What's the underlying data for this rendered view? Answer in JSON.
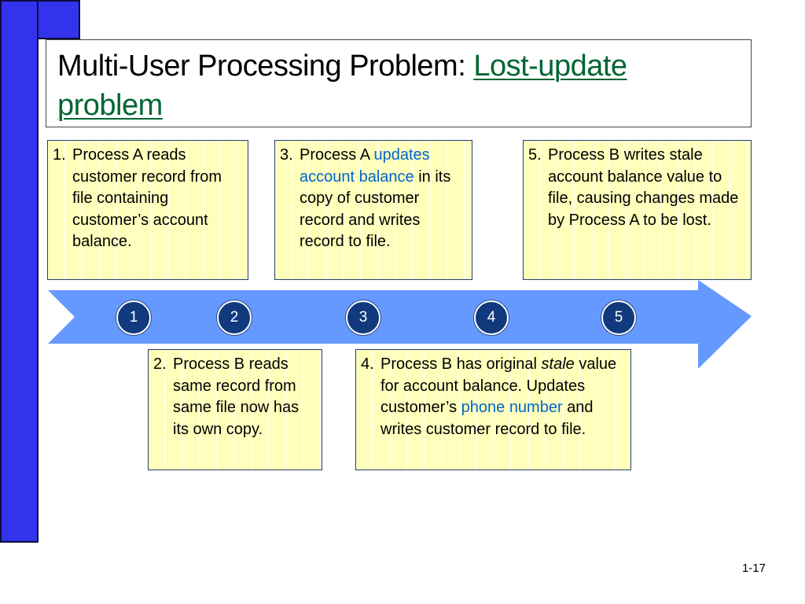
{
  "title": {
    "prefix": "Multi-User Processing Problem: ",
    "emphasis_line1": "Lost-update",
    "emphasis_line2": "problem"
  },
  "steps": [
    {
      "number": "1.",
      "text": "Process A reads customer record from file containing customer’s account balance."
    },
    {
      "number": "2.",
      "text": "Process B reads same record from same file now has its own copy."
    },
    {
      "number": "3.",
      "text_before": "Process A ",
      "highlight": "updates account balance",
      "text_after": " in its copy of customer record and writes record to file."
    },
    {
      "number": "4.",
      "text_before": "Process B has original ",
      "italic": "stale",
      "text_middle": " value for account balance. Updates customer’s ",
      "highlight": "phone number",
      "text_after": " and writes customer record to file."
    },
    {
      "number": "5.",
      "text": "Process B writes stale account balance value to file, causing changes made by Process A to be lost."
    }
  ],
  "timeline": {
    "markers": [
      "1",
      "2",
      "3",
      "4",
      "5"
    ]
  },
  "footer": {
    "slide_number": "1-17"
  },
  "colors": {
    "left_bar": "#3333ee",
    "title_emphasis": "#006633",
    "highlight": "#0066cc",
    "box_fill": "#ffffbb",
    "arrow": "#6699ff",
    "marker_fill": "#103a7d"
  }
}
